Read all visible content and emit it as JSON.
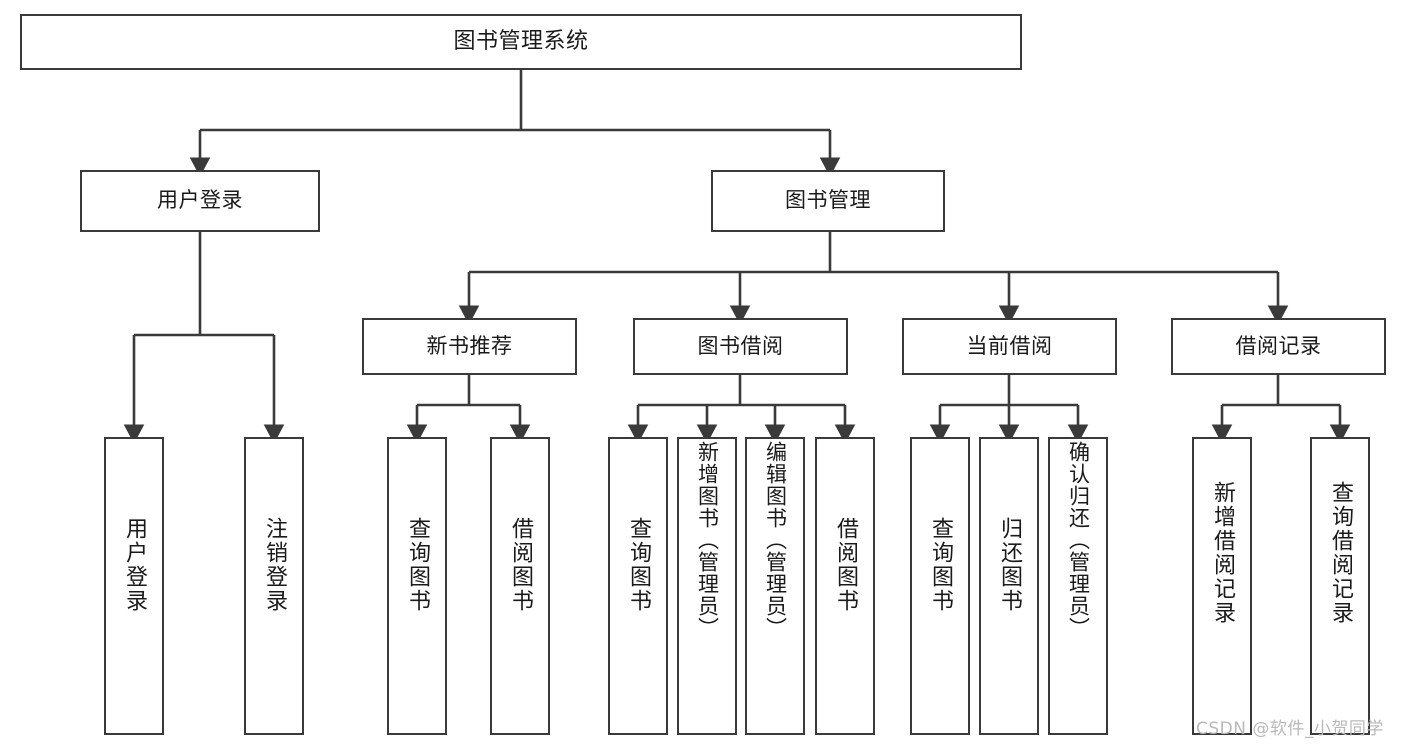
{
  "diagram": {
    "type": "tree",
    "title": "图书管理系统",
    "background_color": "#ffffff",
    "line_color": "#3a3a3a",
    "text_color": "#1a1a1a",
    "nodes": {
      "root": {
        "label": "图书管理系统"
      },
      "user_login": {
        "label": "用户登录"
      },
      "book_manage": {
        "label": "图书管理"
      },
      "new_book_rec": {
        "label": "新书推荐"
      },
      "book_borrow": {
        "label": "图书借阅"
      },
      "current_borrow": {
        "label": "当前借阅"
      },
      "borrow_record": {
        "label": "借阅记录"
      },
      "leaf_user_login": {
        "label": "用户登录"
      },
      "leaf_logout": {
        "label": "注销登录"
      },
      "leaf_rec_query": {
        "label": "查询图书"
      },
      "leaf_rec_borrow": {
        "label": "借阅图书"
      },
      "leaf_borrow_query": {
        "label": "查询图书"
      },
      "leaf_add_book": {
        "label": "新增图书（管理员）"
      },
      "leaf_edit_book": {
        "label": "编辑图书（管理员）"
      },
      "leaf_borrow_book": {
        "label": "借阅图书"
      },
      "leaf_cur_query": {
        "label": "查询图书"
      },
      "leaf_return_book": {
        "label": "归还图书"
      },
      "leaf_confirm_return": {
        "label": "确认归还（管理员）"
      },
      "leaf_add_record": {
        "label": "新增借阅记录"
      },
      "leaf_query_record": {
        "label": "查询借阅记录"
      }
    }
  },
  "watermark": {
    "text": "CSDN @软件_小贺同学"
  }
}
